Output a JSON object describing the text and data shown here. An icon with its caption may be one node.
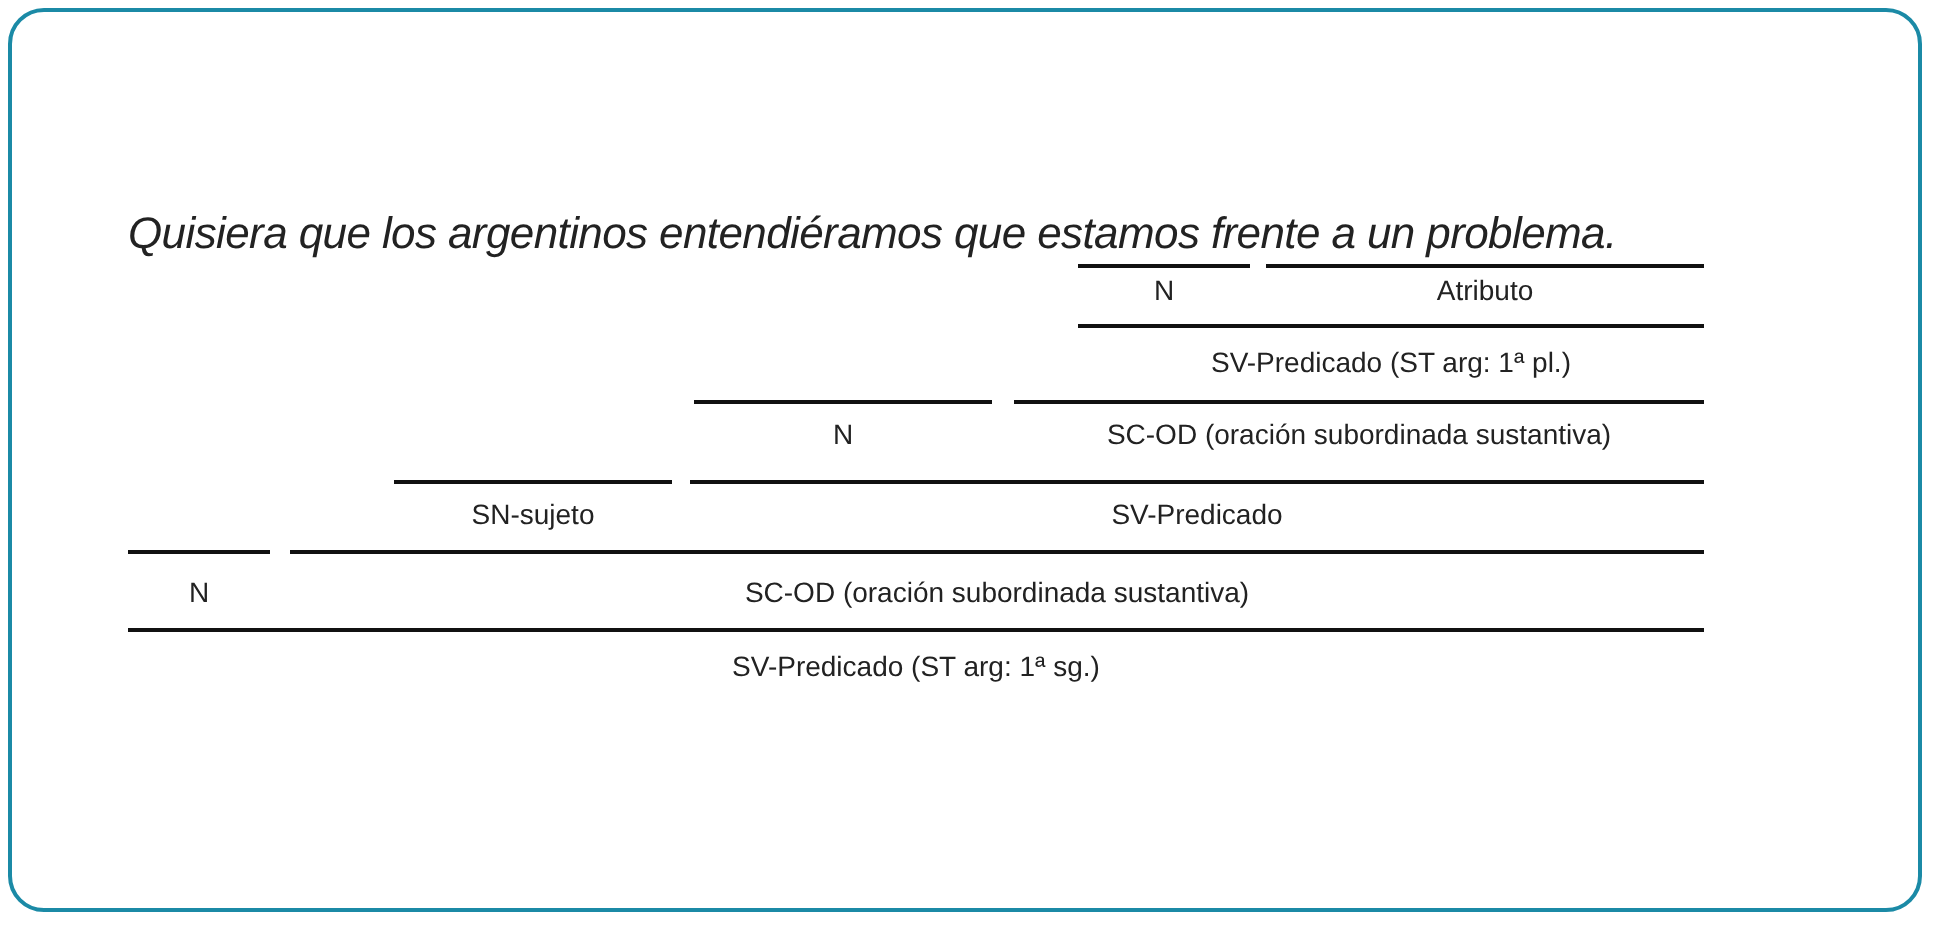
{
  "diagram": {
    "labels": [
      "Quisiera que los argentinos entendiéramos que estamos frente a un problema.",
      "N",
      "Atributo",
      "SV-Predicado (ST arg: 1ª pl.)",
      "N",
      "SC-OD (oración subordinada sustantiva)",
      "SN-sujeto",
      "SV-Predicado",
      "N",
      "SC-OD (oración subordinada sustantiva)",
      "SV-Predicado (ST arg: 1ª sg.)"
    ]
  }
}
